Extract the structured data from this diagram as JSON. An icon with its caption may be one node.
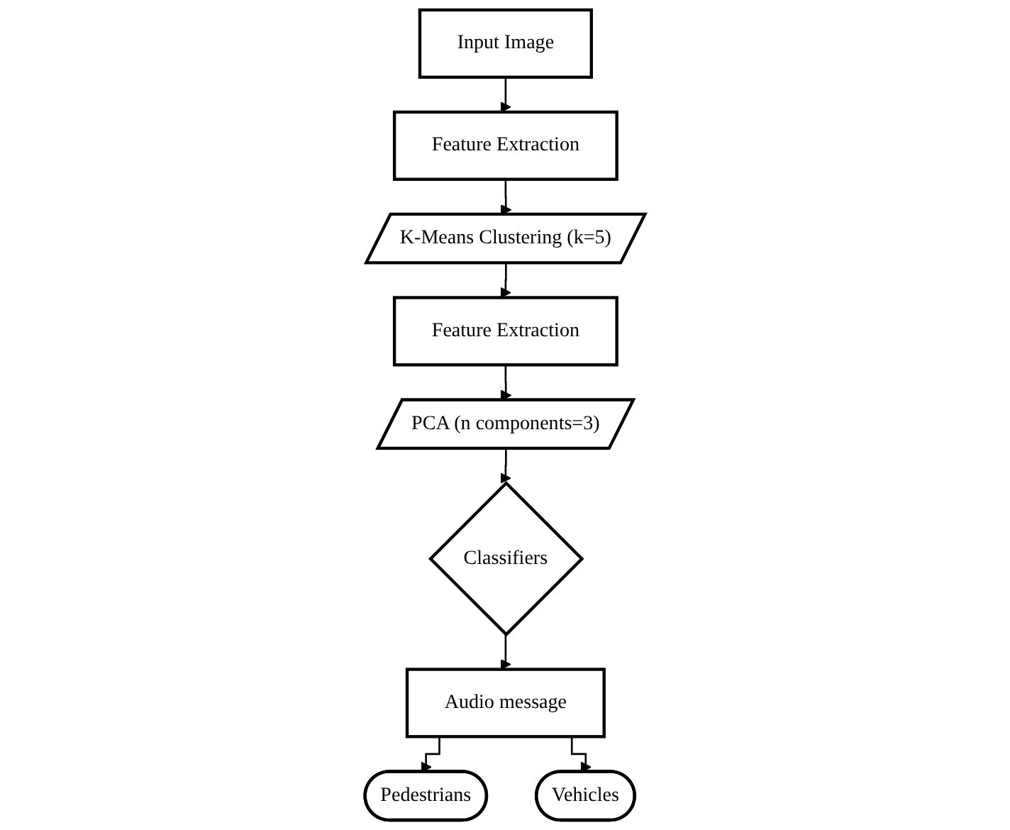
{
  "diagram": {
    "nodes": [
      {
        "text": [
          "Input Image"
        ]
      },
      {
        "text": [
          "Feature Extraction"
        ]
      },
      {
        "text": [
          "K-Means Clustering (k=5)"
        ]
      },
      {
        "text": [
          "Feature Extraction"
        ]
      },
      {
        "text": [
          "PCA (n components=3)"
        ]
      },
      {
        "text": [
          "Classifiers"
        ]
      },
      {
        "text": [
          "Audio message"
        ]
      },
      {
        "text": [
          "Pedestrians"
        ]
      },
      {
        "text": [
          "Vehicles"
        ]
      }
    ],
    "edges": [
      {
        "from": 0,
        "to": 1,
        "arrow": "to"
      },
      {
        "from": 1,
        "to": 2,
        "arrow": "to"
      },
      {
        "from": 2,
        "to": 3,
        "arrow": "to"
      },
      {
        "from": 3,
        "to": 4,
        "arrow": "to"
      },
      {
        "from": 4,
        "to": 5,
        "arrow": "to"
      },
      {
        "from": 5,
        "to": 6,
        "arrow": "to"
      },
      {
        "from": 6,
        "to": 7,
        "arrow": "to"
      },
      {
        "from": 6,
        "to": 8,
        "arrow": "to"
      }
    ]
  }
}
